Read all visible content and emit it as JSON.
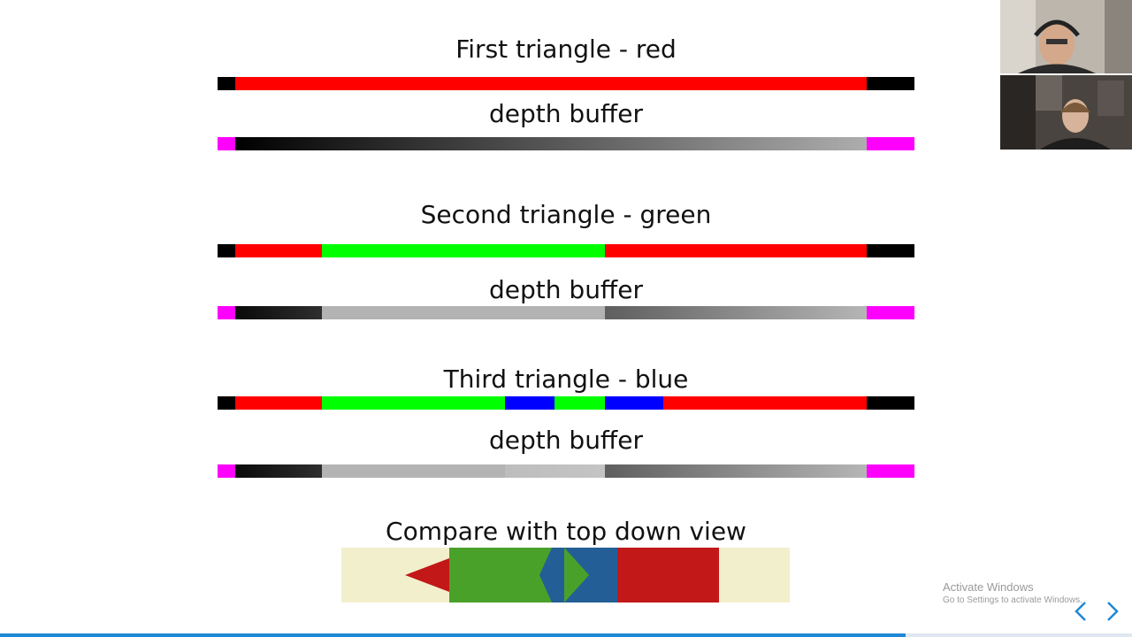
{
  "slide": {
    "sections": [
      {
        "heading": "First triangle - red",
        "color_bar": [
          {
            "color": "#000000",
            "from": 0,
            "to": 0.025
          },
          {
            "color": "#ff0000",
            "from": 0.025,
            "to": 0.932
          },
          {
            "color": "#000000",
            "from": 0.932,
            "to": 1
          }
        ],
        "depth_label": "depth buffer",
        "depth_bar": [
          {
            "fill": "#ff00ff",
            "from": 0,
            "to": 0.025
          },
          {
            "fill": "linear-gradient(to right,#000000,#adadad)",
            "from": 0.025,
            "to": 0.932
          },
          {
            "fill": "#ff00ff",
            "from": 0.932,
            "to": 1
          }
        ]
      },
      {
        "heading": "Second triangle - green",
        "color_bar": [
          {
            "color": "#000000",
            "from": 0,
            "to": 0.025
          },
          {
            "color": "#ff0000",
            "from": 0.025,
            "to": 0.15
          },
          {
            "color": "#00ff00",
            "from": 0.15,
            "to": 0.556
          },
          {
            "color": "#ff0000",
            "from": 0.556,
            "to": 0.932
          },
          {
            "color": "#000000",
            "from": 0.932,
            "to": 1
          }
        ],
        "depth_label": "depth buffer",
        "depth_bar": [
          {
            "fill": "#ff00ff",
            "from": 0,
            "to": 0.025
          },
          {
            "fill": "linear-gradient(to right,#0a0a0a,#2e2e2e)",
            "from": 0.025,
            "to": 0.15
          },
          {
            "fill": "#b3b3b3",
            "from": 0.15,
            "to": 0.556
          },
          {
            "fill": "linear-gradient(to right,#5f5f5f,#b5b5b5)",
            "from": 0.556,
            "to": 0.932
          },
          {
            "fill": "#ff00ff",
            "from": 0.932,
            "to": 1
          }
        ]
      },
      {
        "heading": "Third triangle - blue",
        "color_bar": [
          {
            "color": "#000000",
            "from": 0,
            "to": 0.025
          },
          {
            "color": "#ff0000",
            "from": 0.025,
            "to": 0.15
          },
          {
            "color": "#00ff00",
            "from": 0.15,
            "to": 0.413
          },
          {
            "color": "#0000ff",
            "from": 0.413,
            "to": 0.484
          },
          {
            "color": "#00ff00",
            "from": 0.484,
            "to": 0.556
          },
          {
            "color": "#0000ff",
            "from": 0.556,
            "to": 0.64
          },
          {
            "color": "#ff0000",
            "from": 0.64,
            "to": 0.932
          },
          {
            "color": "#000000",
            "from": 0.932,
            "to": 1
          }
        ],
        "depth_label": "depth buffer",
        "depth_bar": [
          {
            "fill": "#ff00ff",
            "from": 0,
            "to": 0.025
          },
          {
            "fill": "linear-gradient(to right,#0a0a0a,#2e2e2e)",
            "from": 0.025,
            "to": 0.15
          },
          {
            "fill": "#b3b3b3",
            "from": 0.15,
            "to": 0.413
          },
          {
            "fill": "linear-gradient(to right,#bdbdbd,#c4c4c4)",
            "from": 0.413,
            "to": 0.556
          },
          {
            "fill": "linear-gradient(to right,#5f5f5f,#b5b5b5)",
            "from": 0.556,
            "to": 0.932
          },
          {
            "fill": "#ff00ff",
            "from": 0.932,
            "to": 1
          }
        ]
      }
    ],
    "compare_heading": "Compare with top down view",
    "compare_colors": {
      "background": "#f2efcc",
      "red": "#c21818",
      "green": "#4aa12a",
      "blue": "#235f96"
    }
  },
  "overlay": {
    "watermark_title": "Activate Windows",
    "watermark_sub": "Go to Settings to activate Windows.",
    "nav_icons": [
      "chevron-left-icon",
      "chevron-right-icon"
    ],
    "accent_color": "#1e88d6"
  },
  "progress": {
    "fraction": 0.8
  }
}
